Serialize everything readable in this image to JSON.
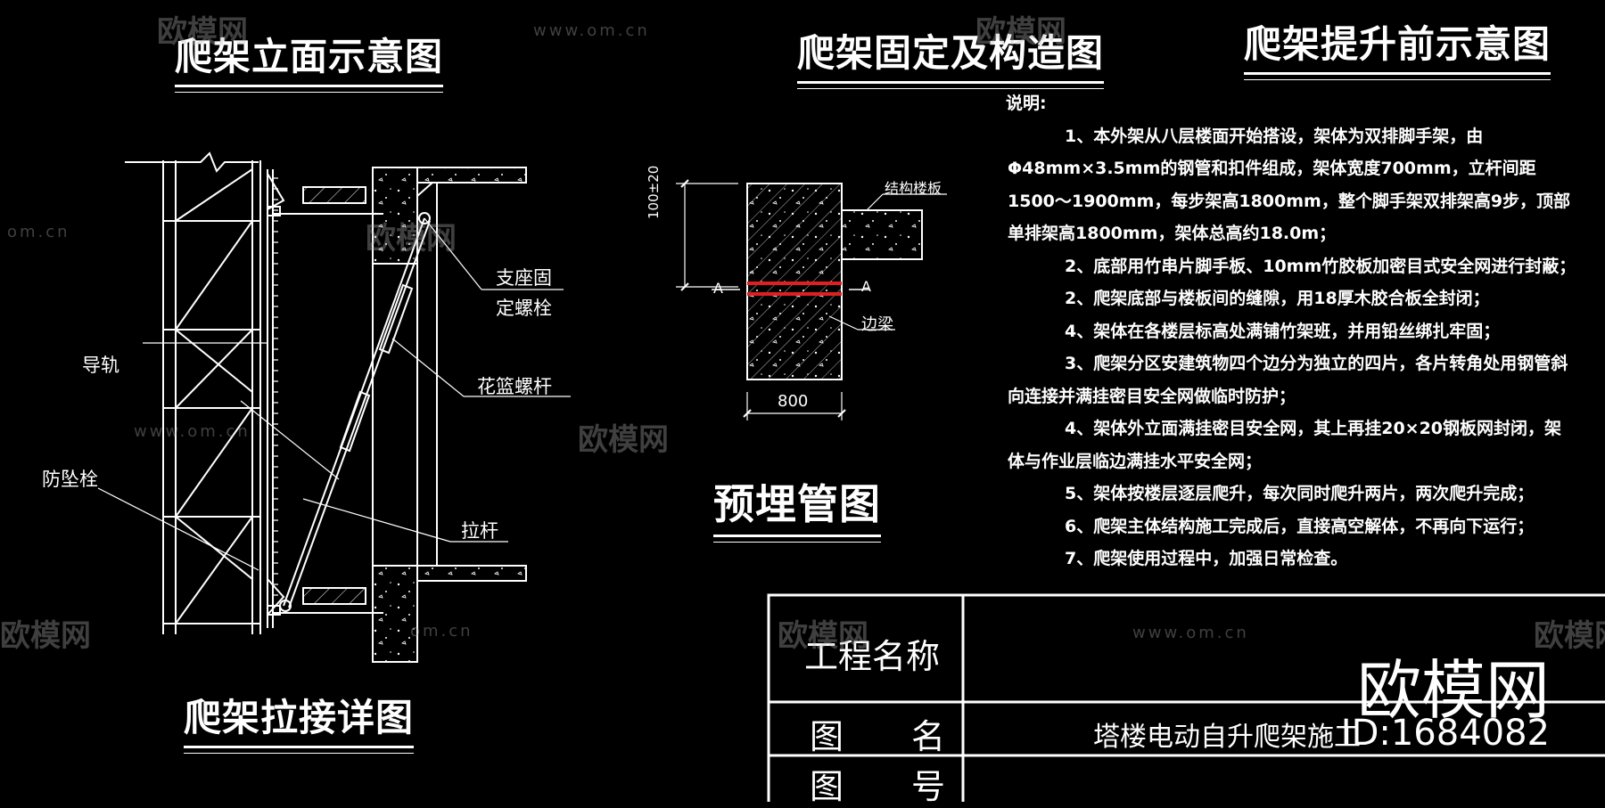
{
  "titles": {
    "elevation": "爬架立面示意图",
    "fixing": "爬架固定及构造图",
    "pre_lift": "爬架提升前示意图",
    "tie_detail": "爬架拉接详图",
    "embedded_pipe": "预埋管图"
  },
  "labels": {
    "support_bolt_line1": "支座固",
    "support_bolt_line2": "定螺栓",
    "guide_rail": "导轨",
    "turnbuckle": "花篮螺杆",
    "anti_fall_pin": "防坠栓",
    "tie_rod": "拉杆",
    "structural_slab": "结构楼板",
    "edge_beam": "边梁",
    "dimension_width": "800",
    "dimension_offset": "100±20",
    "section_mark_left": "A",
    "section_mark_right": "A"
  },
  "notes": {
    "heading": "说明:",
    "items": [
      "1、本外架从八层楼面开始搭设，架体为双排脚手架，由Φ48mm×3.5mm的钢管和扣件组成，架体宽度700mm，立杆间距1500～1900mm，每步架高1800mm，整个脚手架双排架高9步，顶部单排架高1800mm，架体总高约18.0m；",
      "2、底部用竹串片脚手板、10mm竹胶板加密目式安全网进行封蔽；",
      "2、爬架底部与楼板间的缝隙，用18厚木胶合板全封闭；",
      "4、架体在各楼层标高处满铺竹架班，并用铅丝绑扎牢固；",
      "3、爬架分区安建筑物四个边分为独立的四片，各片转角处用钢管斜向连接并满挂密目安全网做临时防护；",
      "4、架体外立面满挂密目安全网，其上再挂20×20钢板网封闭，架体与作业层临边满挂水平安全网；",
      "5、架体按楼层逐层爬升，每次同时爬升两片，两次爬升完成；",
      "6、爬架主体结构施工完成后，直接高空解体，不再向下运行；",
      "7、爬架使用过程中，加强日常检查。"
    ]
  },
  "title_block": {
    "project_name_label": "工程名称",
    "drawing_name_label": "图　　名",
    "drawing_name_value": "塔楼电动自升爬架施工",
    "drawing_no_label": "图　　号",
    "drawing_no_value": ""
  },
  "watermark": {
    "brand": "欧模网",
    "url": "www.om.cn",
    "url_short": "om.cn",
    "id": "ID:1684082"
  },
  "colors": {
    "background": "#000000",
    "line": "#ffffff",
    "section_cut": "#e02020"
  }
}
